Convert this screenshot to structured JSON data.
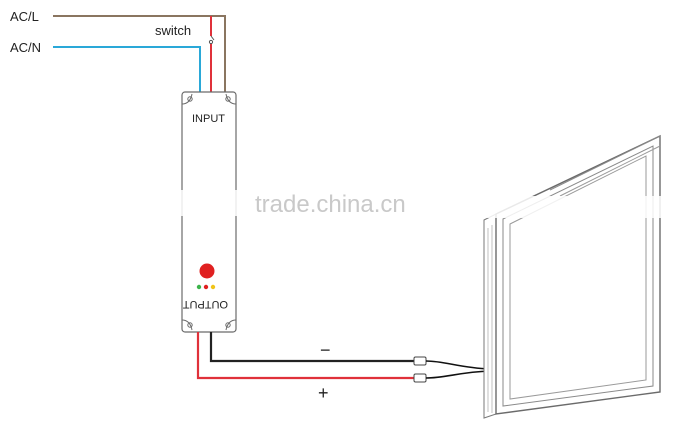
{
  "labels": {
    "ac_l": "AC/L",
    "ac_n": "AC/N",
    "switch": "switch",
    "input": "INPUT",
    "output": "OUTPUT",
    "minus": "−",
    "plus": "+"
  },
  "watermark": "trade.china.cn",
  "colors": {
    "live_wire": "#8a7560",
    "neutral_wire": "#2aa8d8",
    "switch_wire": "#e0313a",
    "positive_wire": "#e0313a",
    "negative_wire": "#222222",
    "indicator_red": "#e02020",
    "dot_green": "#3cb44b",
    "dot_red": "#e02020",
    "dot_yellow": "#f0c419"
  }
}
